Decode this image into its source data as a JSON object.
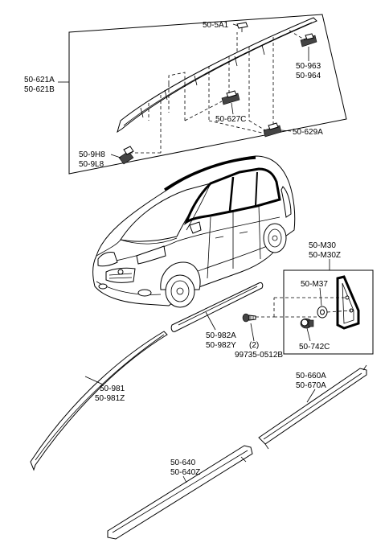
{
  "labels": {
    "p_50_5a1": "50-5A1",
    "p_50_621a": "50-621A",
    "p_50_621b": "50-621B",
    "p_50_963": "50-963",
    "p_50_964": "50-964",
    "p_50_627c": "50-627C",
    "p_50_629a": "50-629A",
    "p_50_9h8": "50-9H8",
    "p_50_9l8": "50-9L8",
    "p_50_m30": "50-M30",
    "p_50_m30z": "50-M30Z",
    "p_50_m37": "50-M37",
    "p_50_742c": "50-742C",
    "p_50_982a": "50-982A",
    "p_50_982y": "50-982Y",
    "p_qty": "(2)",
    "p_99735": "99735-0512B",
    "p_50_981": "50-981",
    "p_50_981z": "50-981Z",
    "p_50_660a": "50-660A",
    "p_50_670a": "50-670A",
    "p_50_640": "50-640",
    "p_50_640z": "50-640Z"
  }
}
